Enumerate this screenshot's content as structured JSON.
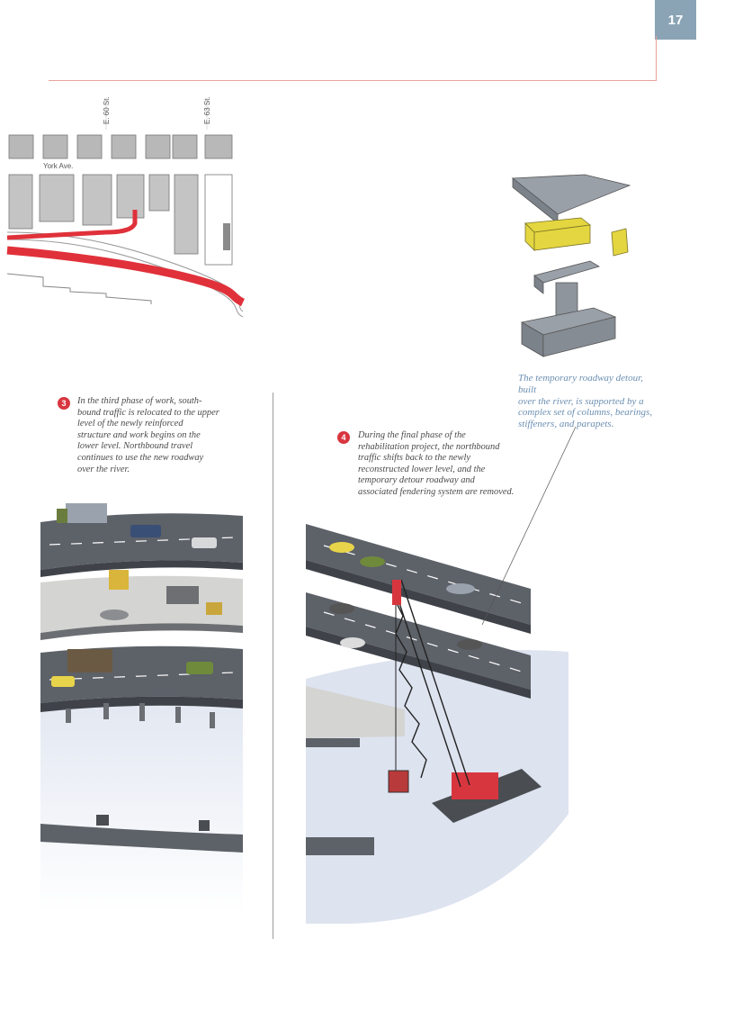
{
  "page_number": "17",
  "map": {
    "street_1": "E. 60 St.",
    "street_2": "E. 63 St.",
    "avenue": "York Ave."
  },
  "phase3": {
    "number": "3",
    "text": "In the third phase of work, south-\nbound traffic is relocated to the upper\nlevel of the newly reinforced\nstructure and work begins on the\nlower level. Northbound travel\ncontinues to use the new roadway\nover the river."
  },
  "phase4": {
    "number": "4",
    "text": "During the final phase of the\nrehabilitation project, the northbound\ntraffic shifts back to the newly\nreconstructed lower level, and the\ntemporary detour roadway and\nassociated fendering system are removed."
  },
  "detour_caption": "The temporary roadway detour, built\nover the river, is supported by a\ncomplex set of columns, bearings,\nstiffeners, and parapets.",
  "colors": {
    "tab": "#8aa4b5",
    "accent_red": "#e0313a",
    "caption_blue": "#6c8fb2",
    "road": "#5d6168",
    "water": "#dde3ef",
    "steel": "#e4d640"
  }
}
